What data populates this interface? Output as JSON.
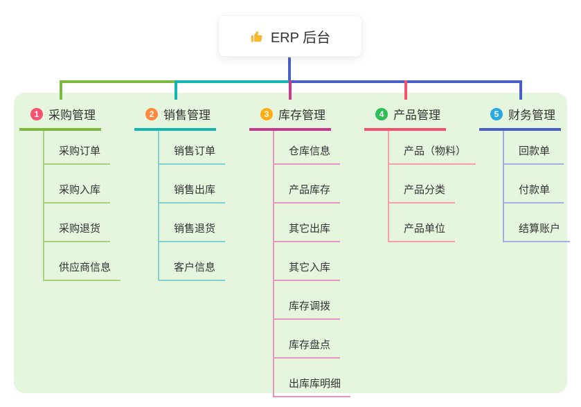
{
  "root": {
    "label": "ERP 后台",
    "icon": "thumbs-up",
    "icon_color": "#f5b82e",
    "trunk_color": "#4a5ec8"
  },
  "panel": {
    "background": "#e6f5de"
  },
  "branches": [
    {
      "number": "1",
      "label": "采购管理",
      "badge_color": "#f4526e",
      "line_color": "#7cb93e",
      "child_line_color": "#a9d47f",
      "children": [
        "采购订单",
        "采购入库",
        "采购退货",
        "供应商信息"
      ]
    },
    {
      "number": "2",
      "label": "销售管理",
      "badge_color": "#ff8a3d",
      "line_color": "#14b4b0",
      "child_line_color": "#7fd2ce",
      "children": [
        "销售订单",
        "销售出库",
        "销售退货",
        "客户信息"
      ]
    },
    {
      "number": "3",
      "label": "库存管理",
      "badge_color": "#ffad17",
      "line_color": "#c9368f",
      "child_line_color": "#e693c4",
      "children": [
        "仓库信息",
        "产品库存",
        "其它出库",
        "其它入库",
        "库存调拨",
        "库存盘点",
        "出库库明细"
      ]
    },
    {
      "number": "4",
      "label": "产品管理",
      "badge_color": "#2ebd57",
      "line_color": "#f4516c",
      "child_line_color": "#f8a0aa",
      "children": [
        "产品（物料）",
        "产品分类",
        "产品单位"
      ]
    },
    {
      "number": "5",
      "label": "财务管理",
      "badge_color": "#29a9de",
      "line_color": "#4a5ec8",
      "child_line_color": "#9faede",
      "children": [
        "回款单",
        "付款单",
        "结算账户"
      ]
    }
  ]
}
